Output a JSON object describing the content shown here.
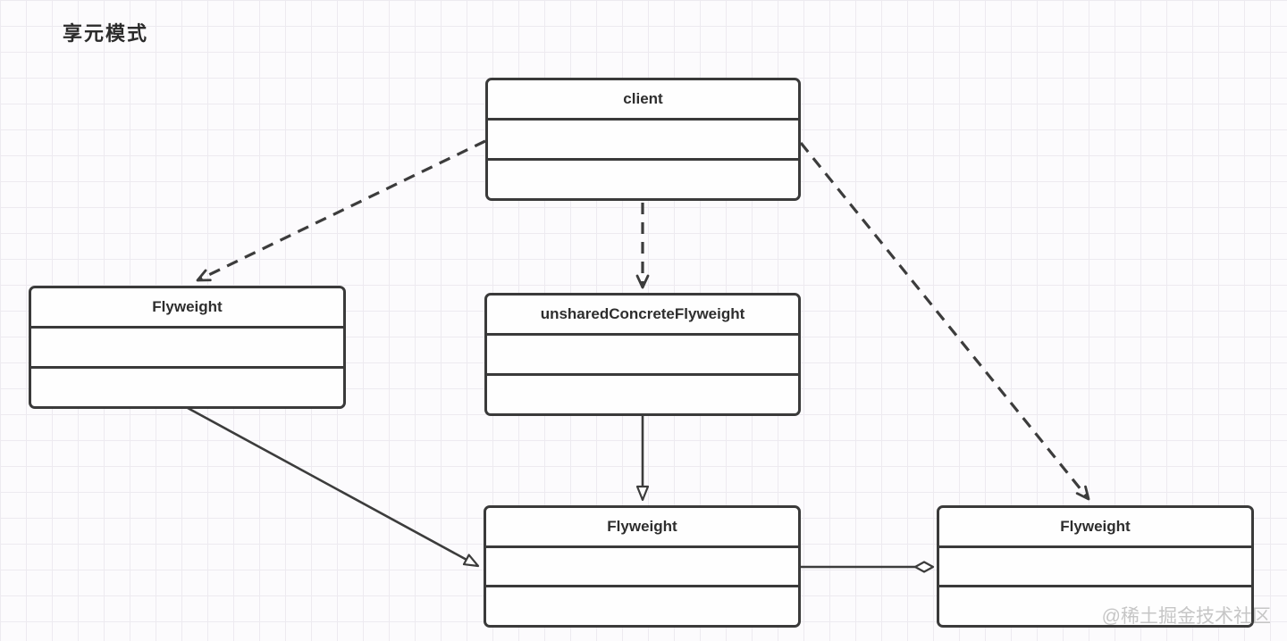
{
  "title": "享元模式",
  "watermark": "@稀土掘金技术社区",
  "diagram": {
    "type": "uml-class-diagram",
    "nodes": [
      {
        "id": "client",
        "label": "client",
        "compartments": 3
      },
      {
        "id": "flyweight-left",
        "label": "Flyweight",
        "compartments": 3
      },
      {
        "id": "unshared-concrete-flyweight",
        "label": "unsharedConcreteFlyweight",
        "compartments": 3
      },
      {
        "id": "flyweight-bottom",
        "label": "Flyweight",
        "compartments": 3
      },
      {
        "id": "flyweight-right",
        "label": "Flyweight",
        "compartments": 3
      }
    ],
    "edges": [
      {
        "from": "client",
        "to": "flyweight-left",
        "style": "dashed",
        "head": "open-arrow",
        "relation": "dependency"
      },
      {
        "from": "client",
        "to": "unshared-concrete-flyweight",
        "style": "dashed",
        "head": "open-arrow",
        "relation": "dependency"
      },
      {
        "from": "client",
        "to": "flyweight-right",
        "style": "dashed",
        "head": "open-arrow",
        "relation": "dependency"
      },
      {
        "from": "flyweight-left",
        "to": "flyweight-bottom",
        "style": "solid",
        "head": "hollow-triangle",
        "relation": "generalization"
      },
      {
        "from": "unshared-concrete-flyweight",
        "to": "flyweight-bottom",
        "style": "solid",
        "head": "hollow-triangle",
        "relation": "generalization"
      },
      {
        "from": "flyweight-bottom",
        "to": "flyweight-right",
        "style": "solid",
        "head": "hollow-diamond",
        "relation": "aggregation"
      }
    ],
    "colors": {
      "line": "#3c3c3c",
      "box_border": "#3a3a3a",
      "box_fill": "#fefefe",
      "grid": "#edeaf0",
      "background": "#fcfbfd",
      "watermark": "#c6c6c6",
      "text": "#2e2e2e"
    }
  }
}
